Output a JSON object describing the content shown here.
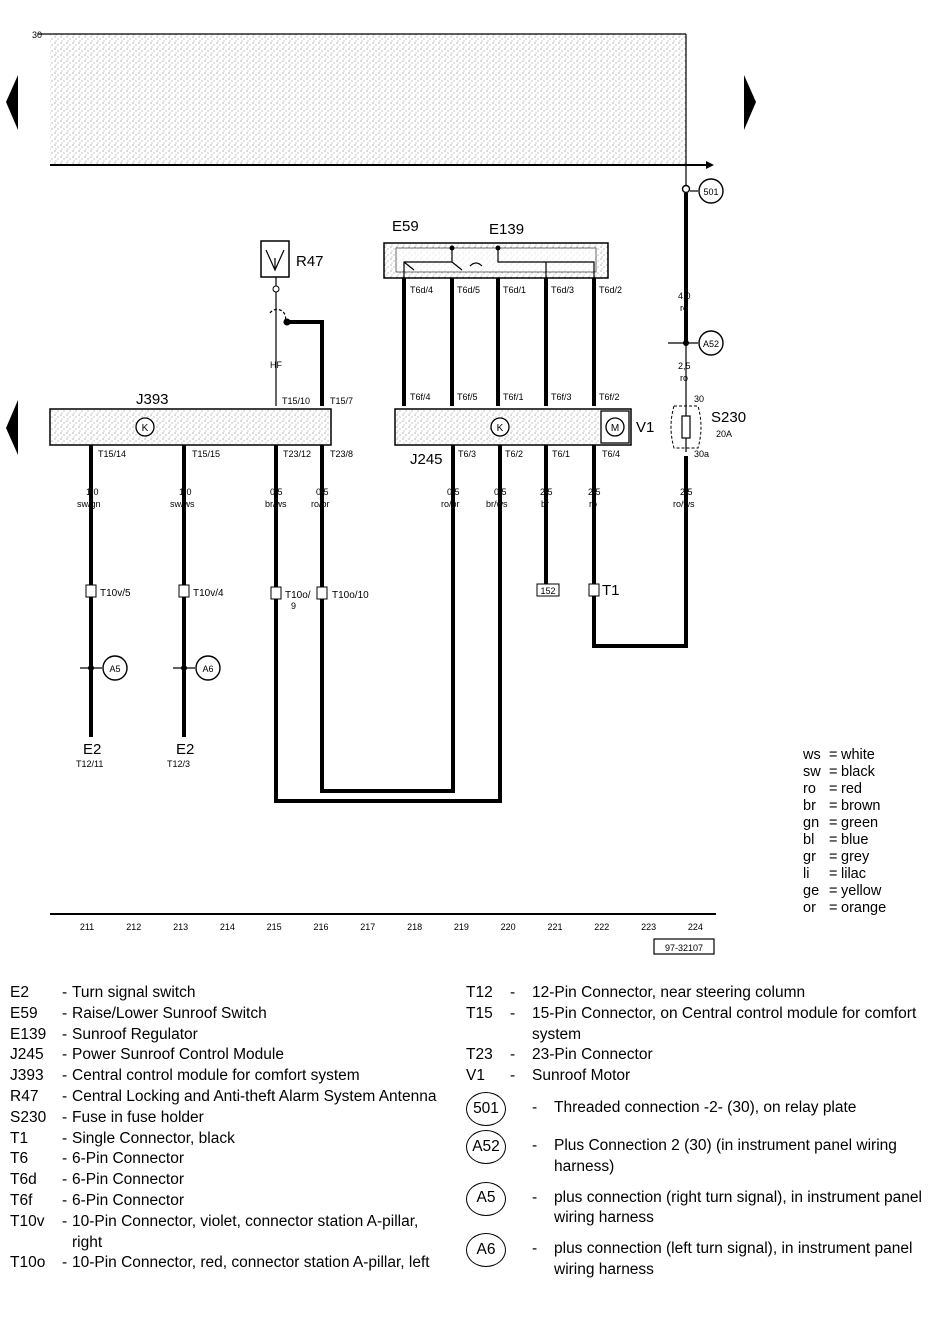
{
  "diagram": {
    "rail_label": "30",
    "components": {
      "E59": "E59",
      "E139": "E139",
      "R47": "R47",
      "J393": "J393",
      "J245": "J245",
      "V1": "V1",
      "S230": "S230",
      "S230_rating": "20A",
      "T1": "T1",
      "E2_left": "E2",
      "E2_left_pin": "T12/11",
      "E2_right": "E2",
      "E2_right_pin": "T12/3",
      "hf": "HF",
      "ref_152": "152",
      "ref_501": "501",
      "ref_A52": "A52",
      "ref_A5": "A5",
      "ref_A6": "A6",
      "k_symbol": "K",
      "m_symbol": "M",
      "s230_top": "30",
      "s230_bottom": "30a"
    },
    "pins": {
      "T6d4": "T6d/4",
      "T6d5": "T6d/5",
      "T6d1": "T6d/1",
      "T6d3": "T6d/3",
      "T6d2": "T6d/2",
      "T6f4": "T6f/4",
      "T6f5": "T6f/5",
      "T6f1": "T6f/1",
      "T6f3": "T6f/3",
      "T6f2": "T6f/2",
      "T15_10": "T15/10",
      "T15_7": "T15/7",
      "T15_14": "T15/14",
      "T15_15": "T15/15",
      "T23_12": "T23/12",
      "T23_8": "T23/8",
      "T6_3": "T6/3",
      "T6_2": "T6/2",
      "T6_1": "T6/1",
      "T6_4": "T6/4",
      "T10v5": "T10v/5",
      "T10v4": "T10v/4",
      "T10o9a": "T10o/",
      "T10o9b": "9",
      "T10o10": "T10o/10"
    },
    "wires": {
      "w1_size": "1,0",
      "w1_color": "sw/gn",
      "w2_size": "1,0",
      "w2_color": "sw/ws",
      "w3_size": "0,5",
      "w3_color": "br/ws",
      "w4_size": "0,5",
      "w4_color": "ro/br",
      "w5_size": "0,5",
      "w5_color": "ro/br",
      "w6_size": "0,5",
      "w6_color": "br/ws",
      "w7_size": "2,5",
      "w7_color": "br",
      "w8_size": "2,5",
      "w8_color": "ro",
      "w9_size": "2,5",
      "w9_color": "ro/ws",
      "w10_size": "2,5",
      "w10_color": "ro",
      "w11_size": "4,0",
      "w11_color": "ro"
    },
    "scale": [
      "211",
      "212",
      "213",
      "214",
      "215",
      "216",
      "217",
      "218",
      "219",
      "220",
      "221",
      "222",
      "223",
      "224"
    ],
    "figure_id": "97-32107"
  },
  "color_legend": [
    {
      "code": "ws",
      "name": "white"
    },
    {
      "code": "sw",
      "name": "black"
    },
    {
      "code": "ro",
      "name": "red"
    },
    {
      "code": "br",
      "name": "brown"
    },
    {
      "code": "gn",
      "name": "green"
    },
    {
      "code": "bl",
      "name": "blue"
    },
    {
      "code": "gr",
      "name": "grey"
    },
    {
      "code": "li",
      "name": "lilac"
    },
    {
      "code": "ge",
      "name": "yellow"
    },
    {
      "code": "or",
      "name": "orange"
    }
  ],
  "key_left": [
    {
      "code": "E2",
      "desc": "Turn signal switch"
    },
    {
      "code": "E59",
      "desc": "Raise/Lower Sunroof Switch"
    },
    {
      "code": "E139",
      "desc": "Sunroof Regulator"
    },
    {
      "code": "J245",
      "desc": "Power Sunroof Control Module"
    },
    {
      "code": "J393",
      "desc": "Central control module for comfort system"
    },
    {
      "code": "R47",
      "desc": "Central Locking and Anti-theft Alarm System Antenna"
    },
    {
      "code": "S230",
      "desc": "Fuse in fuse holder"
    },
    {
      "code": "T1",
      "desc": "Single Connector, black"
    },
    {
      "code": "T6",
      "desc": "6-Pin Connector"
    },
    {
      "code": "T6d",
      "desc": "6-Pin Connector"
    },
    {
      "code": "T6f",
      "desc": "6-Pin Connector"
    },
    {
      "code": "T10v",
      "desc": "10-Pin Connector, violet, connector station A-pillar, right"
    },
    {
      "code": "T10o",
      "desc": "10-Pin Connector, red, connector station A-pillar, left"
    }
  ],
  "key_right": [
    {
      "code": "T12",
      "desc": "12-Pin Connector, near steering column"
    },
    {
      "code": "T15",
      "desc": "15-Pin Connector, on Central control module for comfort system"
    },
    {
      "code": "T23",
      "desc": "23-Pin Connector"
    },
    {
      "code": "V1",
      "desc": "Sunroof Motor"
    }
  ],
  "key_circles": [
    {
      "code": "501",
      "desc": "Threaded connection -2- (30), on relay plate"
    },
    {
      "code": "A52",
      "desc": "Plus Connection 2 (30) (in instrument panel wiring harness)"
    },
    {
      "code": "A5",
      "desc": "plus connection (right turn signal), in instrument panel wiring harness"
    },
    {
      "code": "A6",
      "desc": "plus connection (left turn signal), in instrument panel wiring harness"
    }
  ]
}
